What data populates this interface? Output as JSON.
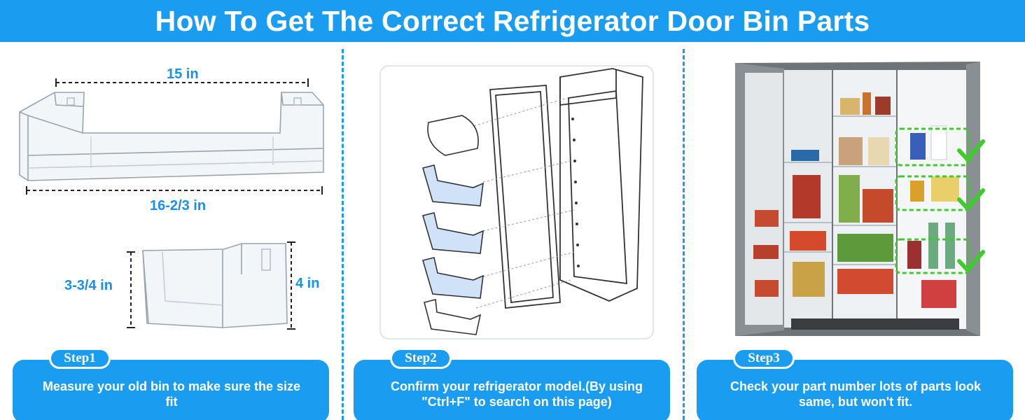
{
  "banner": {
    "title": "How To Get The Correct Refrigerator Door Bin Parts"
  },
  "step1": {
    "pill": "Step1",
    "text": "Measure your old bin to make sure the size fit",
    "dims": {
      "top_width": "15 in",
      "bottom_width": "16-2/3 in",
      "left_height": "3-3/4 in",
      "right_height": "4 in"
    }
  },
  "step2": {
    "pill": "Step2",
    "text": "Confirm your refrigerator model.(By using \"Ctrl+F\" to search on this page)"
  },
  "step3": {
    "pill": "Step3",
    "text": "Check your part number lots of parts look same, but won't fit."
  },
  "colors": {
    "accent": "#1a9cf0",
    "check": "#3ecb2c",
    "dim_text": "#1a8fe8"
  },
  "icons": [
    "checkmark-icon",
    "checkmark-icon",
    "checkmark-icon"
  ]
}
